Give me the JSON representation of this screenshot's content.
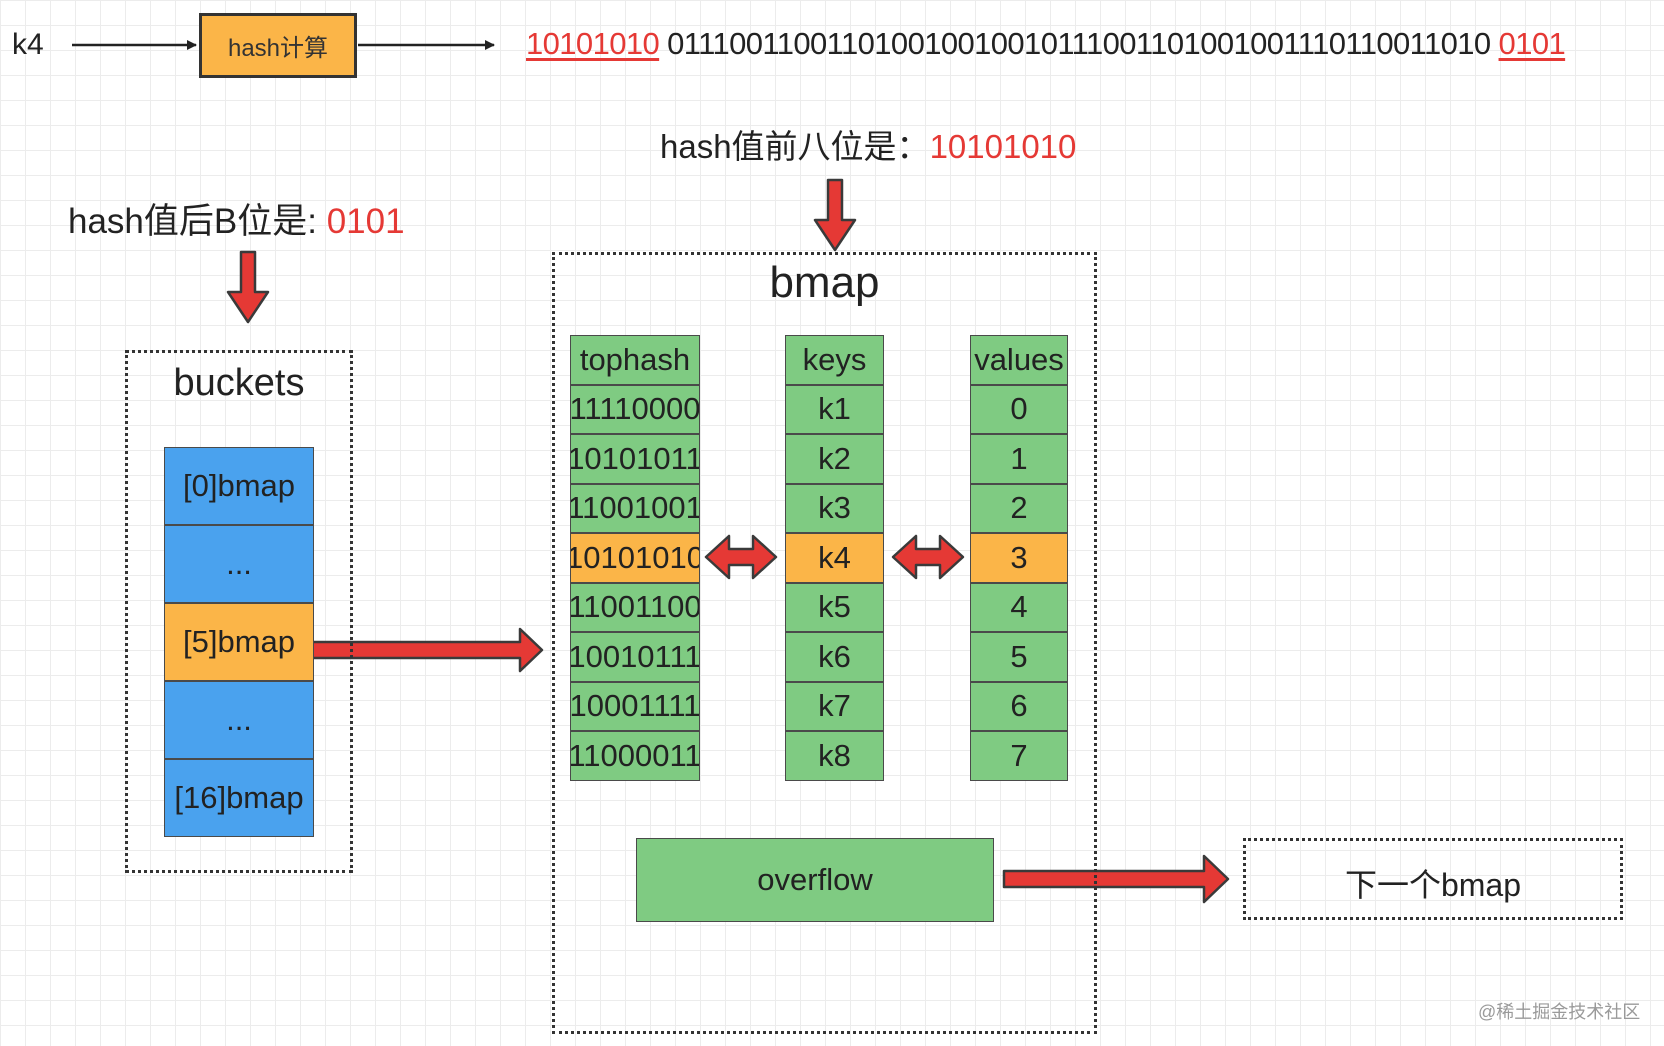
{
  "top": {
    "key": "k4",
    "hash_box": "hash计算",
    "hash_prefix": "10101010",
    "hash_middle": "011100110011010010010010111001101001001110110011010",
    "hash_suffix": "0101"
  },
  "labels": {
    "front8_text": "hash值前八位是：",
    "front8_value": "10101010",
    "lastB_text": "hash值后B位是: ",
    "lastB_value": "0101"
  },
  "buckets": {
    "title": "buckets",
    "items": [
      "[0]bmap",
      "...",
      "[5]bmap",
      "...",
      "[16]bmap"
    ],
    "highlight_index": 2
  },
  "bmap": {
    "title": "bmap",
    "tophash_header": "tophash",
    "keys_header": "keys",
    "values_header": "values",
    "tophash": [
      "11110000",
      "10101011",
      "11001001",
      "10101010",
      "11001100",
      "10010111",
      "10001111",
      "11000011"
    ],
    "keys": [
      "k1",
      "k2",
      "k3",
      "k4",
      "k5",
      "k6",
      "k7",
      "k8"
    ],
    "values": [
      "0",
      "1",
      "2",
      "3",
      "4",
      "5",
      "6",
      "7"
    ],
    "highlight_row": 3,
    "overflow": "overflow"
  },
  "next_bmap": "下一个bmap",
  "watermark": "@稀土掘金技术社区",
  "colors": {
    "red": "#e53935",
    "green": "#7fcb82",
    "orange": "#fbb548",
    "blue": "#4aa2ee"
  }
}
